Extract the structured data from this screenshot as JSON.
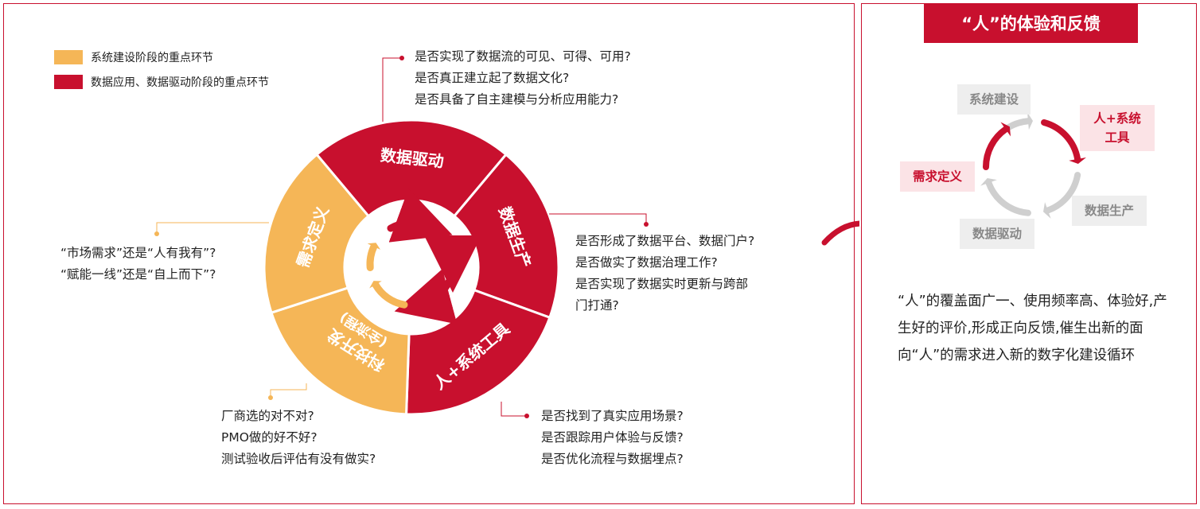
{
  "legend": [
    {
      "label": "系统建设阶段的重点环节",
      "color": "#f5b657"
    },
    {
      "label": "数据应用、数据驱动阶段的重点环节",
      "color": "#c8102e"
    }
  ],
  "wheel": {
    "segments": {
      "data_driven": "数据驱动",
      "data_production": "数据生产",
      "people_system": "人+系统工具",
      "dev": "科技开发",
      "dev_sub": "(全流程)",
      "requirement": "需求定义"
    },
    "colors": {
      "red": "#c8102e",
      "orange": "#f5b657"
    }
  },
  "questions": {
    "data_driven": [
      "是否实现了数据流的可见、可得、可用?",
      "是否真正建立起了数据文化?",
      "是否具备了自主建模与分析应用能力?"
    ],
    "data_production": [
      "是否形成了数据平台、数据门户?",
      "是否做实了数据治理工作?",
      "是否实现了数据实时更新与跨部",
      "门打通?"
    ],
    "people_system": [
      "是否找到了真实应用场景?",
      "是否跟踪用户体验与反馈?",
      "是否优化流程与数据埋点?"
    ],
    "dev": [
      "厂商选的对不对?",
      "PMO做的好不好?",
      "测试验收后评估有没有做实?"
    ],
    "requirement": [
      "“市场需求”还是“人有我有”?",
      "“赋能一线”还是“自上而下”?"
    ]
  },
  "feedback": {
    "title": "“人”的体验和反馈",
    "cycle": {
      "system_build": "系统建设",
      "people_tools": "人+系统\n工具",
      "data_production": "数据生产",
      "data_driven": "数据驱动",
      "requirement": "需求定义"
    },
    "description": "“人”的覆盖面广一、使用频率高、体验好,产生好的评价,形成正向反馈,催生出新的面向“人”的需求进入新的数字化建设循环"
  }
}
